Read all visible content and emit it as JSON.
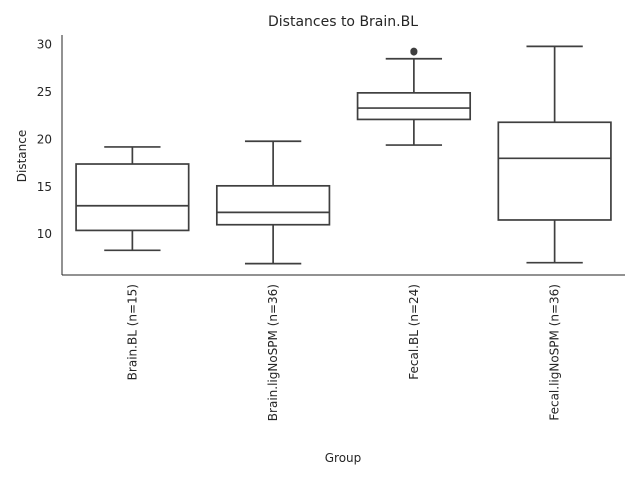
{
  "chart_data": {
    "type": "box",
    "title": "Distances to Brain.BL",
    "xlabel": "Group",
    "ylabel": "Distance",
    "ylim": [
      5.7,
      31.0
    ],
    "yticks": [
      10,
      15,
      20,
      25,
      30
    ],
    "grid": false,
    "categories": [
      "Brain.BL (n=15)",
      "Brain.ligNoSPM (n=36)",
      "Fecal.BL (n=24)",
      "Fecal.ligNoSPM (n=36)"
    ],
    "boxes": [
      {
        "whisker_low": 8.3,
        "q1": 10.4,
        "median": 13.0,
        "q3": 17.4,
        "whisker_high": 19.2,
        "outliers": []
      },
      {
        "whisker_low": 6.9,
        "q1": 11.0,
        "median": 12.3,
        "q3": 15.1,
        "whisker_high": 19.8,
        "outliers": []
      },
      {
        "whisker_low": 19.4,
        "q1": 22.1,
        "median": 23.3,
        "q3": 24.9,
        "whisker_high": 28.5,
        "outliers": [
          29.2,
          29.3
        ]
      },
      {
        "whisker_low": 7.0,
        "q1": 11.5,
        "median": 18.0,
        "q3": 21.8,
        "whisker_high": 29.8,
        "outliers": []
      }
    ],
    "colors": {
      "box_edge": "#3f3f3f",
      "box_fill": "#ffffff",
      "outlier": "#3f3f3f",
      "axis": "#262626"
    }
  }
}
